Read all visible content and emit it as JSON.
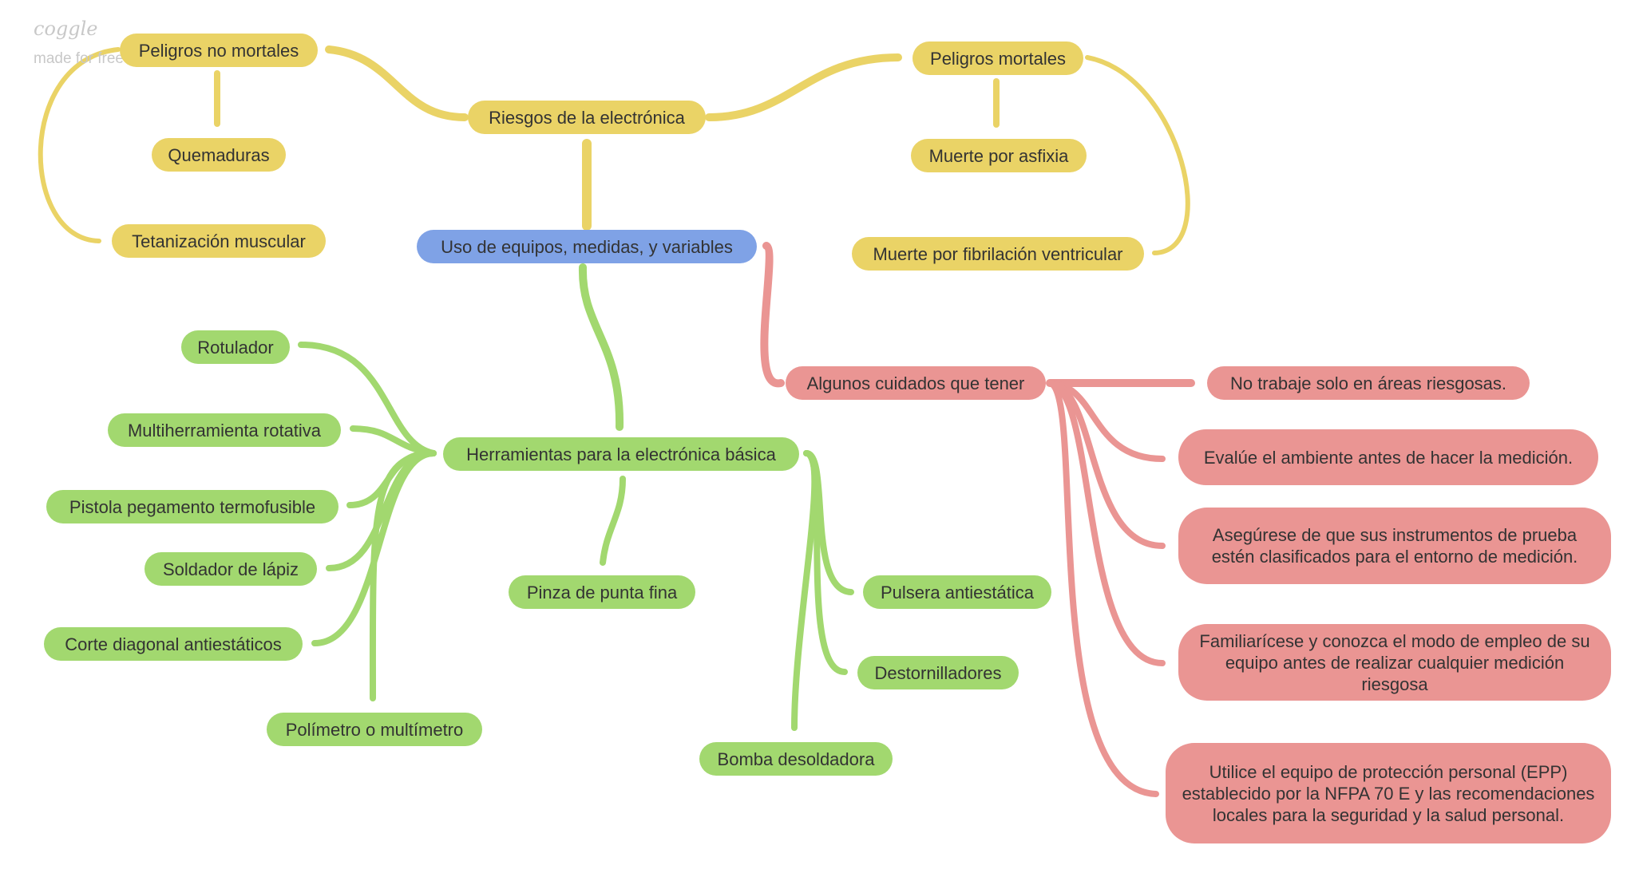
{
  "brand": {
    "logo": "coggle",
    "tagline": "made for free at coggle.it"
  },
  "colors": {
    "yellow": "#ead366",
    "blue": "#7fa2e6",
    "green": "#a2d86f",
    "red": "#ea9593"
  },
  "nodes": {
    "root": "Uso de equipos, medidas, y variables",
    "riesgos": "Riesgos de la electrónica",
    "no_mortales": "Peligros no mortales",
    "quemaduras": "Quemaduras",
    "tetanizacion": "Tetanización muscular",
    "mortales": "Peligros mortales",
    "asfixia": "Muerte por asfixia",
    "fibrilacion": "Muerte por fibrilación ventricular",
    "herramientas": "Herramientas para la electrónica básica",
    "rotulador": "Rotulador",
    "multiherramienta": "Multiherramienta rotativa",
    "pistola": "Pistola pegamento termofusible",
    "soldador": "Soldador de lápiz",
    "corte": "Corte diagonal antiestáticos",
    "polimetro": "Polímetro o multímetro",
    "pinza": "Pinza de punta fina",
    "pulsera": "Pulsera antiestática",
    "destornilladores": "Destornilladores",
    "bomba": "Bomba desoldadora",
    "cuidados": "Algunos cuidados que tener",
    "no_trabaje": "No trabaje solo en áreas riesgosas.",
    "evalue": "Evalúe el ambiente antes de hacer la medición.",
    "asegurese": "Asegúrese de que sus instrumentos de prueba estén clasificados para el entorno de medición.",
    "familiaricese": "Familiarícese y conozca el modo de empleo de su equipo antes de realizar cualquier medición riesgosa",
    "utilice": "Utilice el equipo de protección personal (EPP) establecido por la NFPA 70 E y las recomendaciones locales para la seguridad y la salud personal."
  }
}
